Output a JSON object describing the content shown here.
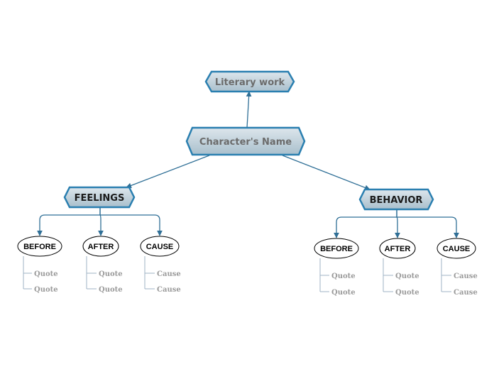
{
  "root": {
    "label": "Character's Name"
  },
  "top": {
    "label": "Literary work"
  },
  "branches": [
    {
      "label": "FEELINGS",
      "children": [
        {
          "label": "BEFORE",
          "leaves": [
            "Quote",
            "Quote"
          ]
        },
        {
          "label": "AFTER",
          "leaves": [
            "Quote",
            "Quote"
          ]
        },
        {
          "label": "CAUSE",
          "leaves": [
            "Cause",
            "Cause"
          ]
        }
      ]
    },
    {
      "label": "BEHAVIOR",
      "children": [
        {
          "label": "BEFORE",
          "leaves": [
            "Quote",
            "Quote"
          ]
        },
        {
          "label": "AFTER",
          "leaves": [
            "Quote",
            "Quote"
          ]
        },
        {
          "label": "CAUSE",
          "leaves": [
            "Cause",
            "Cause"
          ]
        }
      ]
    }
  ],
  "colors": {
    "stroke": "#2a7fb0",
    "line": "#2f6f96",
    "fill_top": "#dde6ec",
    "fill_bottom": "#a9bfcc",
    "leaf_line": "#9fb3c4",
    "muted_text": "#6b6b6b"
  }
}
